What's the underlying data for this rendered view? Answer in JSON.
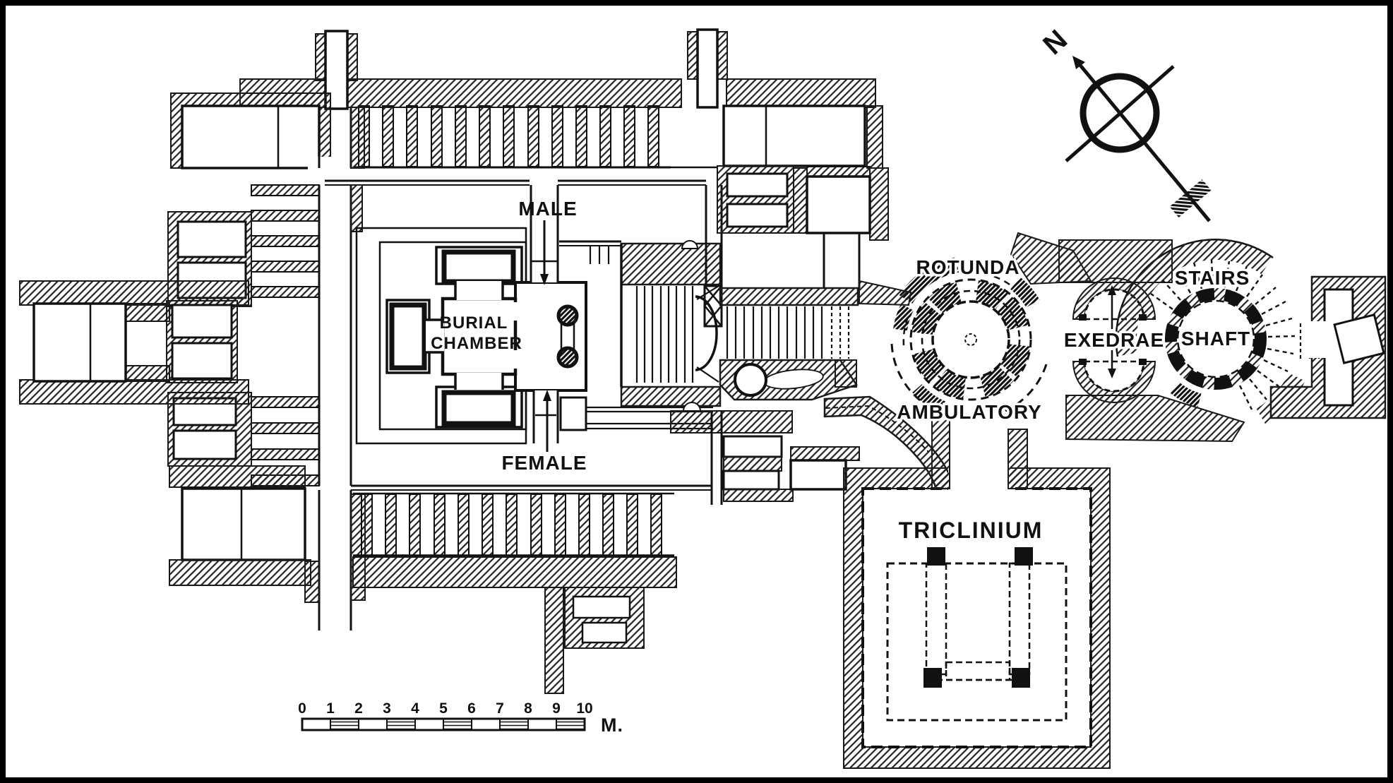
{
  "colors": {
    "ink": "#111111",
    "paper": "#ffffff"
  },
  "labels": {
    "male": "MALE",
    "female": "FEMALE",
    "burial_chamber": {
      "line1": "BURIAL",
      "line2": "CHAMBER"
    },
    "rotunda": "ROTUNDA",
    "ambulatory": "AMBULATORY",
    "exedrae": "EXEDRAE",
    "shaft": "SHAFT",
    "stairs": "STAIRS",
    "triclinium": "TRICLINIUM",
    "north": "N"
  },
  "scale_bar": {
    "numbers": [
      "0",
      "1",
      "2",
      "3",
      "4",
      "5",
      "6",
      "7",
      "8",
      "9",
      "10"
    ],
    "unit": "M."
  }
}
